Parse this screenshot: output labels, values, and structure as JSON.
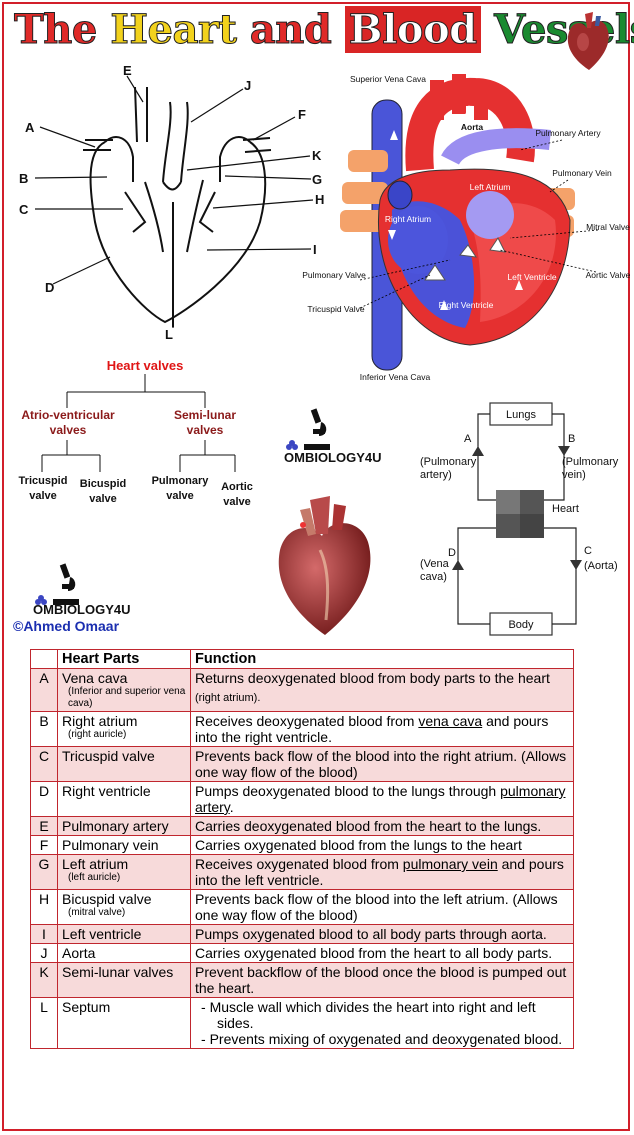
{
  "title": {
    "word_the": "The",
    "word_heart": "Heart",
    "word_and": "and",
    "word_blood": "Blood",
    "word_vessels": "Vessels"
  },
  "schematic_labels": [
    "A",
    "B",
    "C",
    "D",
    "E",
    "J",
    "F",
    "K",
    "G",
    "H",
    "I",
    "L"
  ],
  "anatomy_labels": {
    "superior_vena_cava": "Superior Vena Cava",
    "aorta": "Aorta",
    "pulmonary_artery": "Pulmonary Artery",
    "pulmonary_vein": "Pulmonary Vein",
    "right_atrium": "Right Atrium",
    "left_atrium": "Left Atrium",
    "mitral_valve": "Mitral Valve",
    "aortic_valve": "Aortic Valve",
    "left_ventricle": "Left Ventricle",
    "pulmonary_valve": "Pulmonary Valve",
    "tricuspid_valve": "Tricuspid Valve",
    "right_ventricle": "Right Ventricle",
    "inferior_vena_cava": "Inferior Vena Cava"
  },
  "valves_tree": {
    "root": "Heart valves",
    "group_av": "Atrio-ventricular valves",
    "group_sl": "Semi-lunar valves",
    "tricuspid": "Tricuspid valve",
    "bicuspid": "Bicuspid valve",
    "pulmonary": "Pulmonary valve",
    "aortic": "Aortic valve"
  },
  "logo_text": "OMBIOLOGY4U",
  "copyright": "©Ahmed Omaar",
  "circulation": {
    "lungs": "Lungs",
    "body": "Body",
    "heart": "Heart",
    "label_a": "A",
    "label_b": "B",
    "label_c": "C",
    "label_d": "D",
    "pulmonary_artery": "(Pulmonary artery)",
    "pulmonary_vein": "(Pulmonary vein)",
    "vena_cava": "(Vena cava)",
    "aorta": "(Aorta)"
  },
  "table": {
    "header_part": "Heart Parts",
    "header_function": "Function",
    "rows": [
      {
        "letter": "A",
        "part": "Vena cava",
        "sub": "(Inferior and superior vena cava)",
        "fn_pre": "Returns deoxygenated blood from body parts to the heart",
        "fn_small": " (right atrium).",
        "shade": true
      },
      {
        "letter": "B",
        "part": "Right atrium",
        "sub": "(right auricle)",
        "fn_pre": "Receives deoxygenated blood from ",
        "fn_ul": "vena cava",
        "fn_post": " and pours into the right ventricle.",
        "shade": false
      },
      {
        "letter": "C",
        "part": "Tricuspid valve",
        "fn_pre": " Prevents back flow of the blood into the right atrium. (Allows one way flow of the blood)",
        "shade": true
      },
      {
        "letter": "D",
        "part": "Right ventricle",
        "fn_pre": "Pumps deoxygenated blood to the lungs through ",
        "fn_ul": "pulmonary artery",
        "fn_post": ".",
        "shade": false
      },
      {
        "letter": "E",
        "part": "Pulmonary artery",
        "fn_pre": "Carries deoxygenated blood from the heart to the lungs.",
        "shade": true
      },
      {
        "letter": "F",
        "part": "Pulmonary vein",
        "fn_pre": "Carries oxygenated blood from the lungs to the heart",
        "shade": false
      },
      {
        "letter": "G",
        "part": "Left atrium",
        "sub": "(left auricle)",
        "fn_pre": "Receives oxygenated blood from ",
        "fn_ul": "pulmonary vein",
        "fn_post": " and pours into the left ventricle.",
        "shade": true
      },
      {
        "letter": "H",
        "part": "Bicuspid valve",
        "sub": "(mitral valve)",
        "fn_pre": "Prevents back flow of the blood into the left atrium. (Allows one way flow of the blood)",
        "shade": false
      },
      {
        "letter": "I",
        "part": "Left ventricle",
        "fn_pre": "Pumps oxygenated blood to all body parts through aorta.",
        "shade": true
      },
      {
        "letter": "J",
        "part": "Aorta",
        "fn_pre": "Carries oxygenated blood from the heart to all body parts.",
        "shade": false
      },
      {
        "letter": "K",
        "part": "Semi-lunar valves",
        "fn_pre": "Prevent backflow of the blood once the blood is pumped out the heart.",
        "shade": true
      },
      {
        "letter": "L",
        "part": "Septum",
        "fn_list": [
          "Muscle wall which divides the heart into right and left sides.",
          "Prevents mixing of oxygenated and deoxygenated blood."
        ],
        "shade": false
      }
    ]
  }
}
